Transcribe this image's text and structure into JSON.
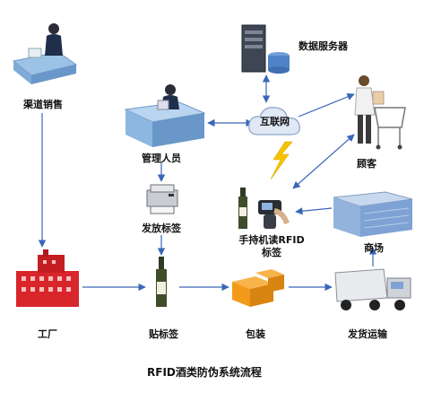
{
  "diagram": {
    "title": "RFID酒类防伪系统流程",
    "nodes": {
      "channel_sales": "渠道销售",
      "data_server": "数据服务器",
      "internet": "互联网",
      "manager": "管理人员",
      "customer": "顾客",
      "issue_label": "发放标签",
      "handheld_line1": "手持机读RFID",
      "handheld_line2": "标签",
      "store": "商场",
      "factory": "工厂",
      "attach_label": "贴标签",
      "packaging": "包装",
      "shipping": "发货运输"
    },
    "colors": {
      "arrow": "#3a66b8",
      "lightning": "#f5c400",
      "factory": "#d9262b",
      "box": "#f29a1a",
      "desk": "#9cc3e6",
      "cloud": "#dfe8f4"
    }
  }
}
